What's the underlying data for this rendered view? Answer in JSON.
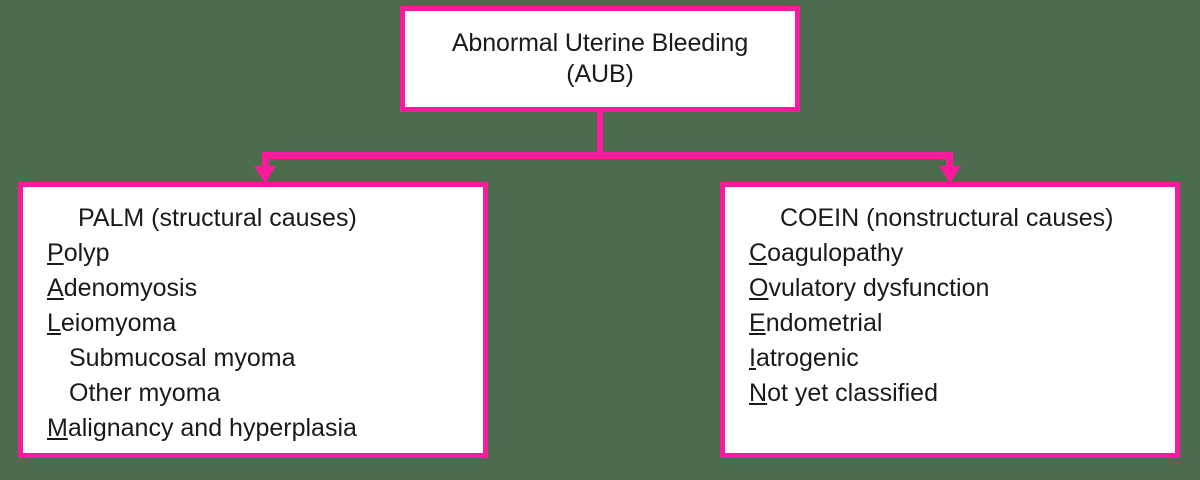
{
  "colors": {
    "background": "#4d6b4d",
    "box_border": "#fb1a9c",
    "box_fill": "#ffffff",
    "text": "#1a1a1a",
    "connector": "#fb1a9c"
  },
  "root": {
    "line1": "Abnormal Uterine Bleeding",
    "line2": "(AUB)"
  },
  "branches": [
    {
      "id": "palm",
      "header": "PALM (structural causes)",
      "items": [
        {
          "initial": "P",
          "rest": "olyp",
          "sub": false
        },
        {
          "initial": "A",
          "rest": "denomyosis",
          "sub": false
        },
        {
          "initial": "L",
          "rest": "eiomyoma",
          "sub": false
        },
        {
          "initial": "",
          "rest": "Submucosal myoma",
          "sub": true
        },
        {
          "initial": "",
          "rest": "Other myoma",
          "sub": true
        },
        {
          "initial": "M",
          "rest": "alignancy and hyperplasia",
          "sub": false
        }
      ]
    },
    {
      "id": "coein",
      "header": "COEIN (nonstructural causes)",
      "items": [
        {
          "initial": "C",
          "rest": "oagulopathy",
          "sub": false
        },
        {
          "initial": "O",
          "rest": "vulatory dysfunction",
          "sub": false
        },
        {
          "initial": "E",
          "rest": "ndometrial",
          "sub": false
        },
        {
          "initial": "I",
          "rest": "atrogenic",
          "sub": false
        },
        {
          "initial": "N",
          "rest": "ot yet classified",
          "sub": false
        }
      ]
    }
  ]
}
